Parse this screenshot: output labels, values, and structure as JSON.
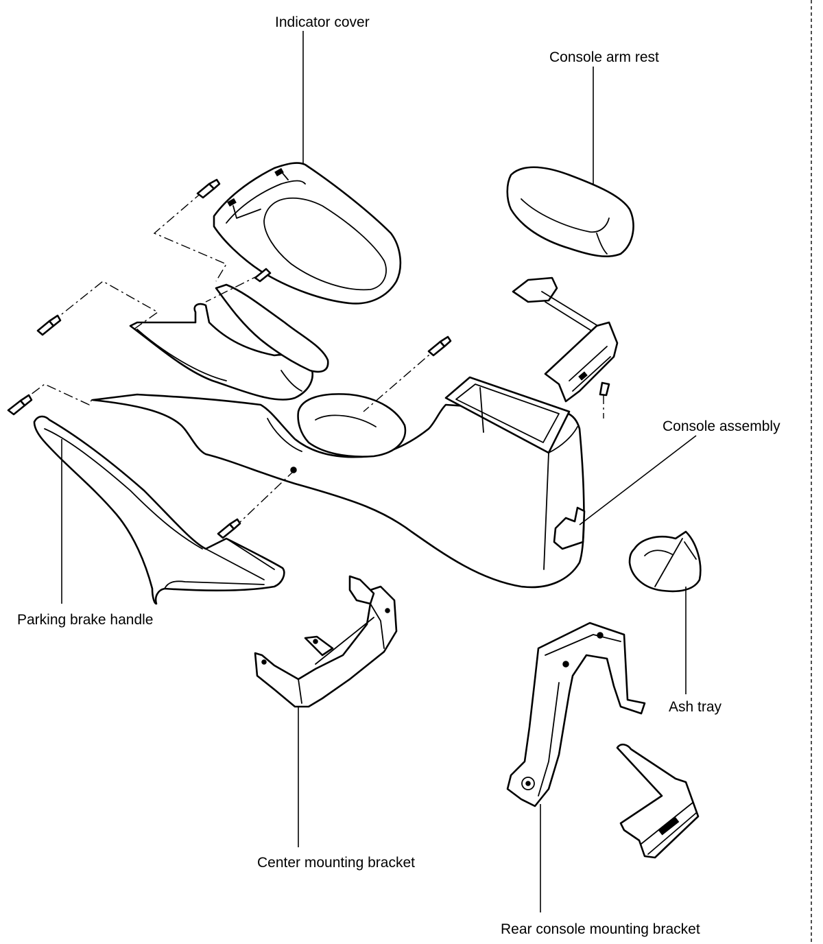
{
  "labels": {
    "indicator_cover": "Indicator cover",
    "console_arm_rest": "Console arm rest",
    "console_assembly": "Console assembly",
    "parking_brake_handle": "Parking brake handle",
    "ash_tray": "Ash tray",
    "center_mounting_bracket": "Center mounting bracket",
    "rear_console_mounting_bracket": "Rear console mounting bracket"
  }
}
